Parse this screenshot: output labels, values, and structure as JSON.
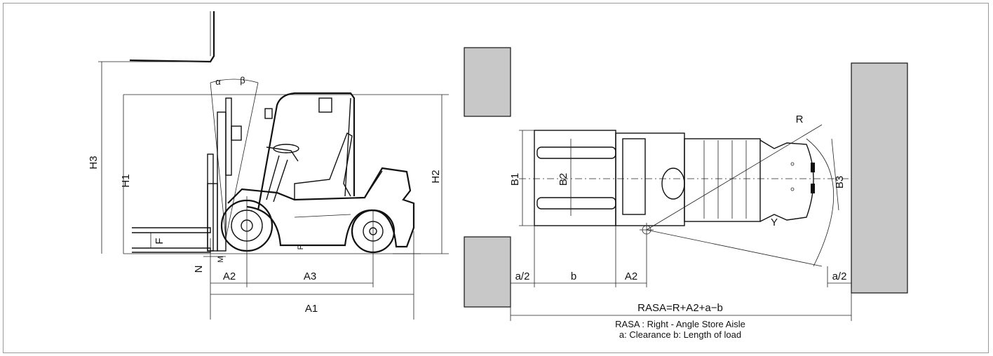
{
  "side_view": {
    "labels": {
      "H3": "H3",
      "H1": "H1",
      "H2": "H2",
      "F_left": "F",
      "F_mid": "F",
      "N": "N",
      "M": "M",
      "A2": "A2",
      "A3": "A3",
      "A1": "A1",
      "alpha": "α",
      "beta": "β"
    }
  },
  "top_view": {
    "labels": {
      "B1": "B1",
      "B2": "B2",
      "B3": "B3",
      "R": "R",
      "Y": "Y",
      "a_half_left": "a/2",
      "b": "b",
      "A2": "A2",
      "a_half_right": "a/2",
      "formula": "RASA=R+A2+a−b"
    }
  },
  "caption": {
    "line1": "RASA : Right - Angle Store Aisle",
    "line2": "a: Clearance b: Length of load"
  },
  "colors": {
    "wall_fill": "#c8c8c8",
    "line": "#111111"
  }
}
